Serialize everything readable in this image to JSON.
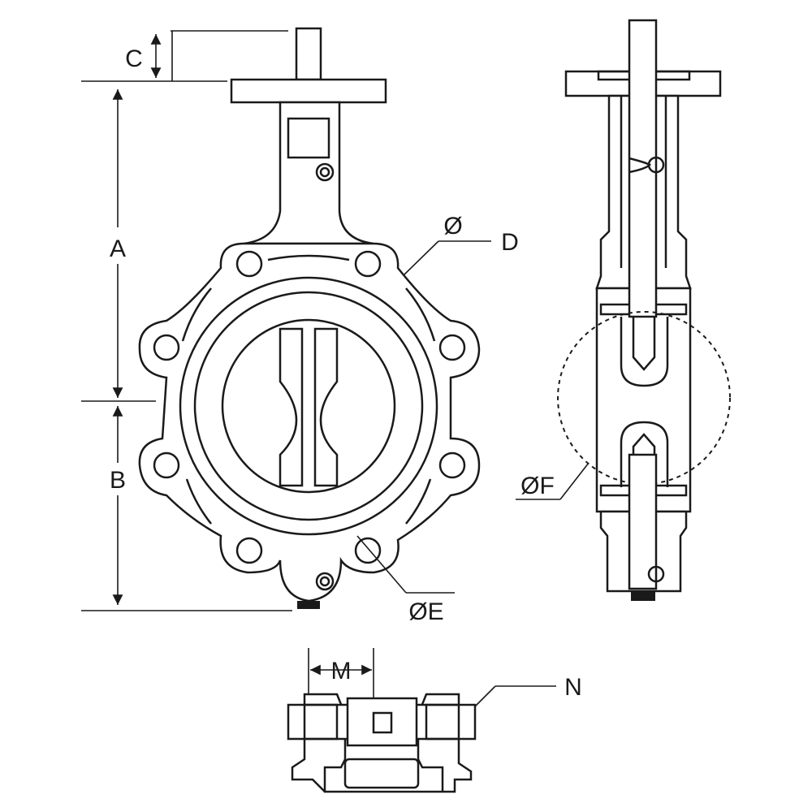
{
  "labels": {
    "c": "C",
    "a": "A",
    "b": "B",
    "d": "Ø D",
    "d_symbol": "Ø",
    "d_letter": "D",
    "e": "ØE",
    "f": "ØF",
    "m": "M",
    "n": "N"
  }
}
